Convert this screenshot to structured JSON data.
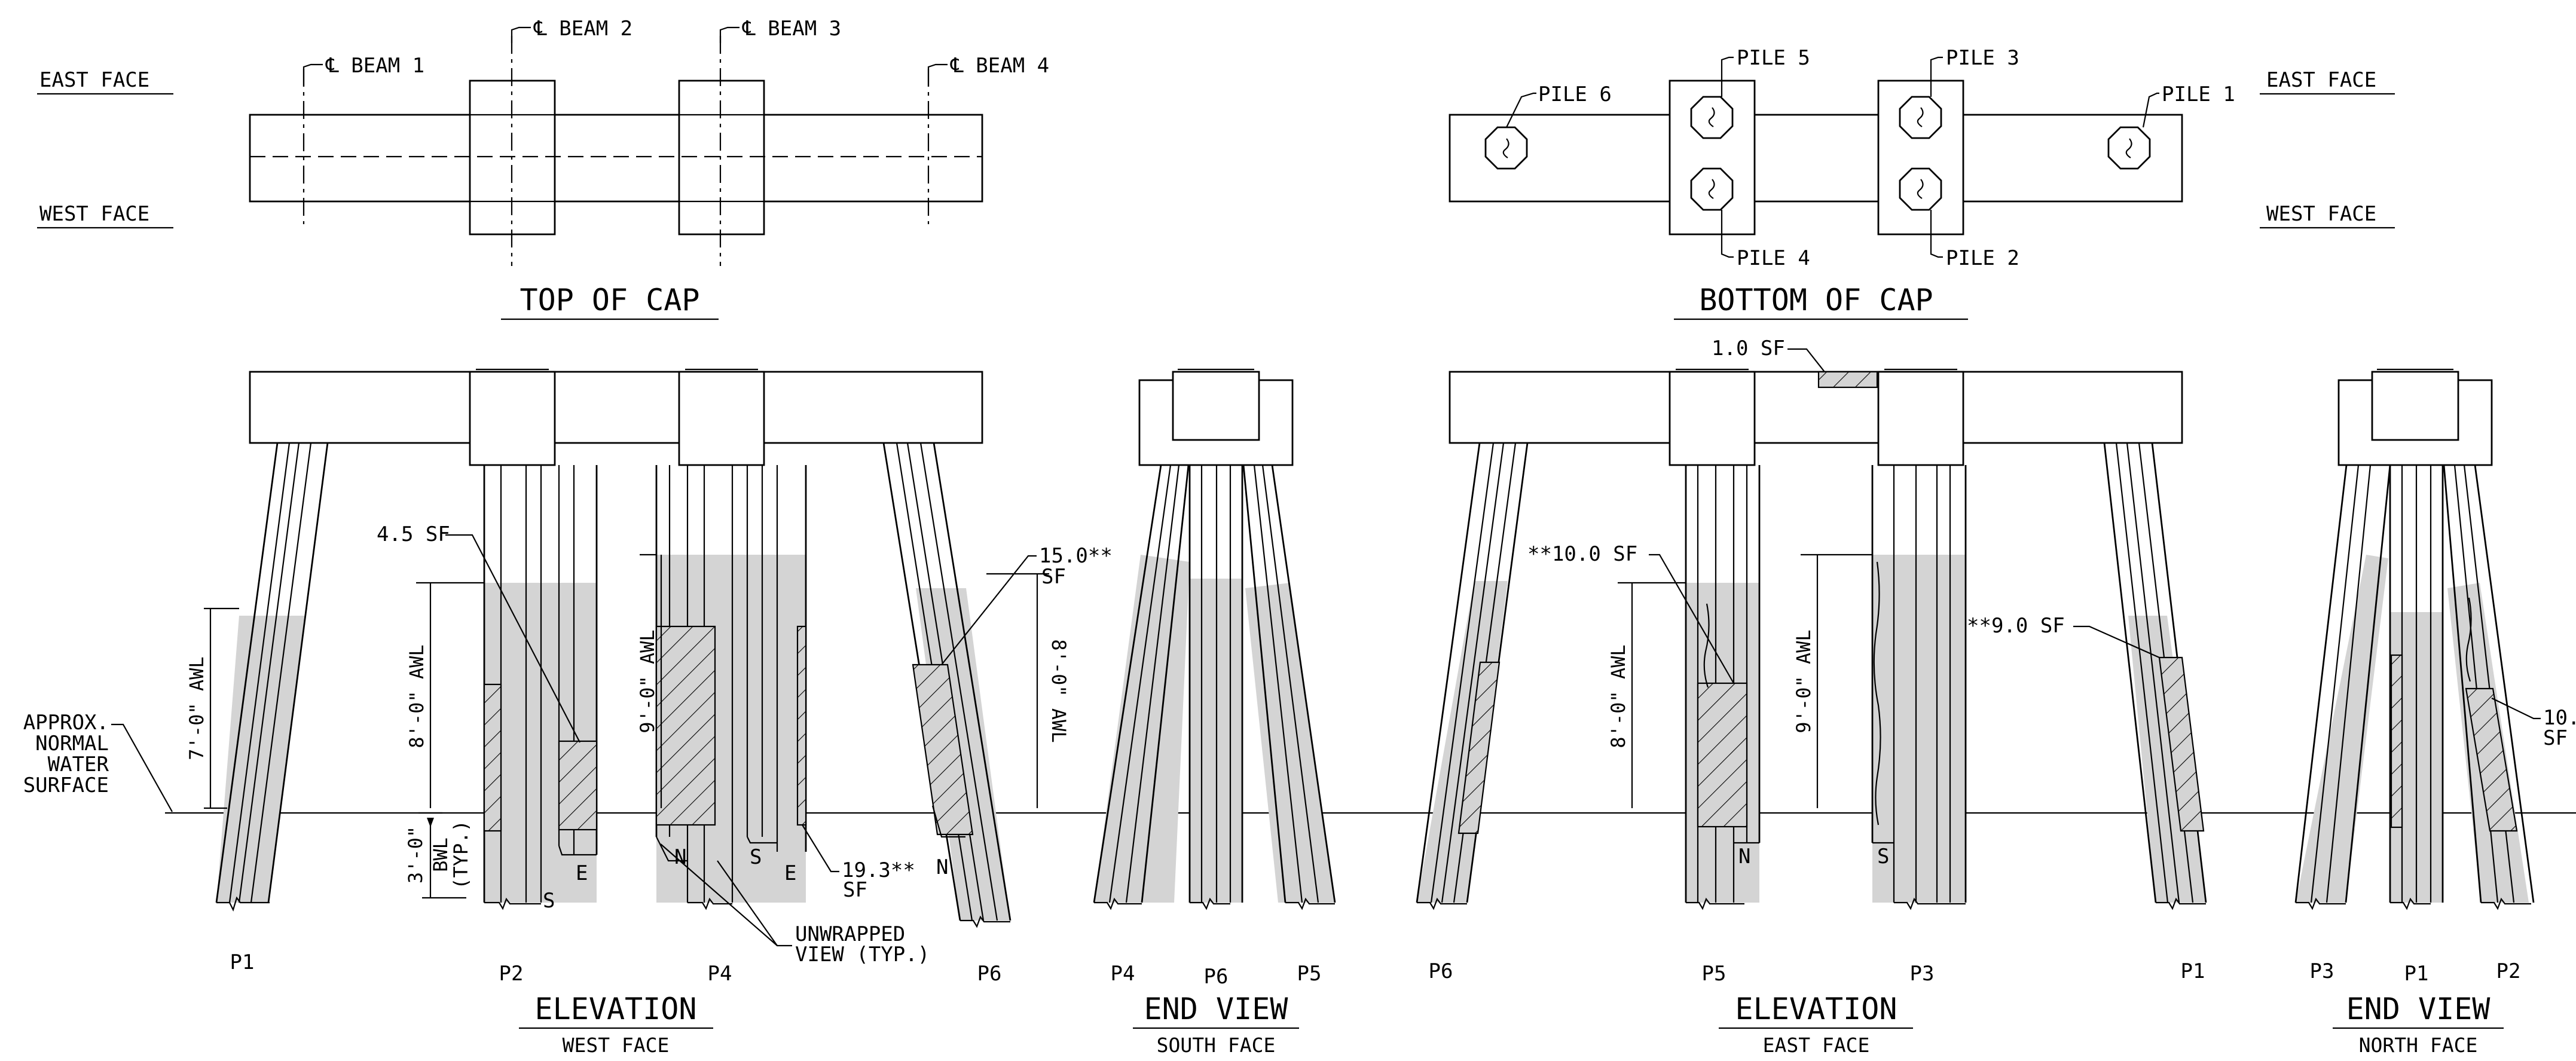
{
  "top_of_cap": {
    "east_face": "EAST FACE",
    "west_face": "WEST FACE",
    "beam_1": "℄ BEAM 1",
    "beam_2": "℄ BEAM 2",
    "beam_3": "℄ BEAM 3",
    "beam_4": "℄ BEAM 4",
    "title": "TOP OF CAP"
  },
  "bottom_of_cap": {
    "east_face": "EAST FACE",
    "west_face": "WEST FACE",
    "pile_1": "PILE 1",
    "pile_2": "PILE 2",
    "pile_3": "PILE 3",
    "pile_4": "PILE 4",
    "pile_5": "PILE 5",
    "pile_6": "PILE 6",
    "title": "BOTTOM OF CAP"
  },
  "elevation_west": {
    "title": "ELEVATION",
    "subtitle": "WEST FACE",
    "water_surface": [
      "APPROX.",
      "NORMAL",
      "WATER",
      "SURFACE"
    ],
    "p1_awl": "7'-0\" AWL",
    "p2_awl": "8'-0\" AWL",
    "p4_awl": "9'-0\" AWL",
    "p6_awl": "8'-0\" AWL",
    "bwl_dim": "3'-0\"",
    "bwl_note": [
      "BWL",
      "(TYP.)"
    ],
    "sf_p2": "4.5 SF",
    "sf_p6": [
      "15.0**",
      "SF"
    ],
    "sf_p4": [
      "19.3**",
      "SF"
    ],
    "unwrapped": [
      "UNWRAPPED",
      "VIEW (TYP.)"
    ],
    "faces": [
      "S",
      "E",
      "N",
      "S",
      "E",
      "N"
    ],
    "piles": [
      "P1",
      "P2",
      "P4",
      "P6"
    ]
  },
  "end_view_south": {
    "title": "END VIEW",
    "subtitle": "SOUTH FACE",
    "piles": [
      "P4",
      "P6",
      "P5"
    ]
  },
  "elevation_east": {
    "title": "ELEVATION",
    "subtitle": "EAST FACE",
    "sf_cap": "1.0 SF",
    "sf_p5": "**10.0 SF",
    "sf_p1": "**9.0 SF",
    "p5_awl": "8'-0\" AWL",
    "p3_awl": "9'-0\" AWL",
    "faces": [
      "N",
      "S"
    ],
    "piles": [
      "P6",
      "P5",
      "P3",
      "P1"
    ]
  },
  "end_view_north": {
    "title": "END VIEW",
    "subtitle": "NORTH FACE",
    "sf_p2": [
      "10.",
      "SF"
    ],
    "piles": [
      "P3",
      "P1",
      "P2"
    ]
  }
}
